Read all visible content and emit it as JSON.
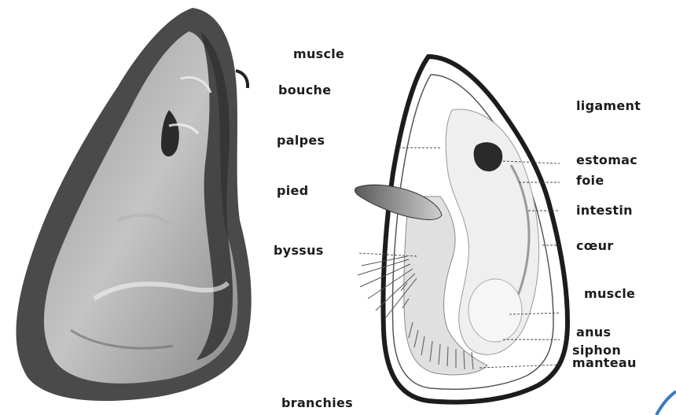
{
  "labels_left": {
    "muscle": "muscle",
    "bouche": "bouche",
    "palpes": "palpes",
    "pied": "pied",
    "byssus": "byssus",
    "branchies": "branchies"
  },
  "labels_right": {
    "ligament": "ligament",
    "estomac": "estomac",
    "foie": "foie",
    "intestin": "intestin",
    "coeur": "cœur",
    "muscle": "muscle",
    "anus": "anus",
    "siphon": "siphon",
    "manteau": "manteau"
  },
  "figures": {
    "left_icon": "closed-mussel-shell-icon",
    "right_icon": "opened-mussel-anatomy-icon"
  },
  "colors": {
    "ink": "#1c1c1c",
    "shell_dark": "#3a3a3a",
    "accent_stroke": "#3a7cc0"
  }
}
